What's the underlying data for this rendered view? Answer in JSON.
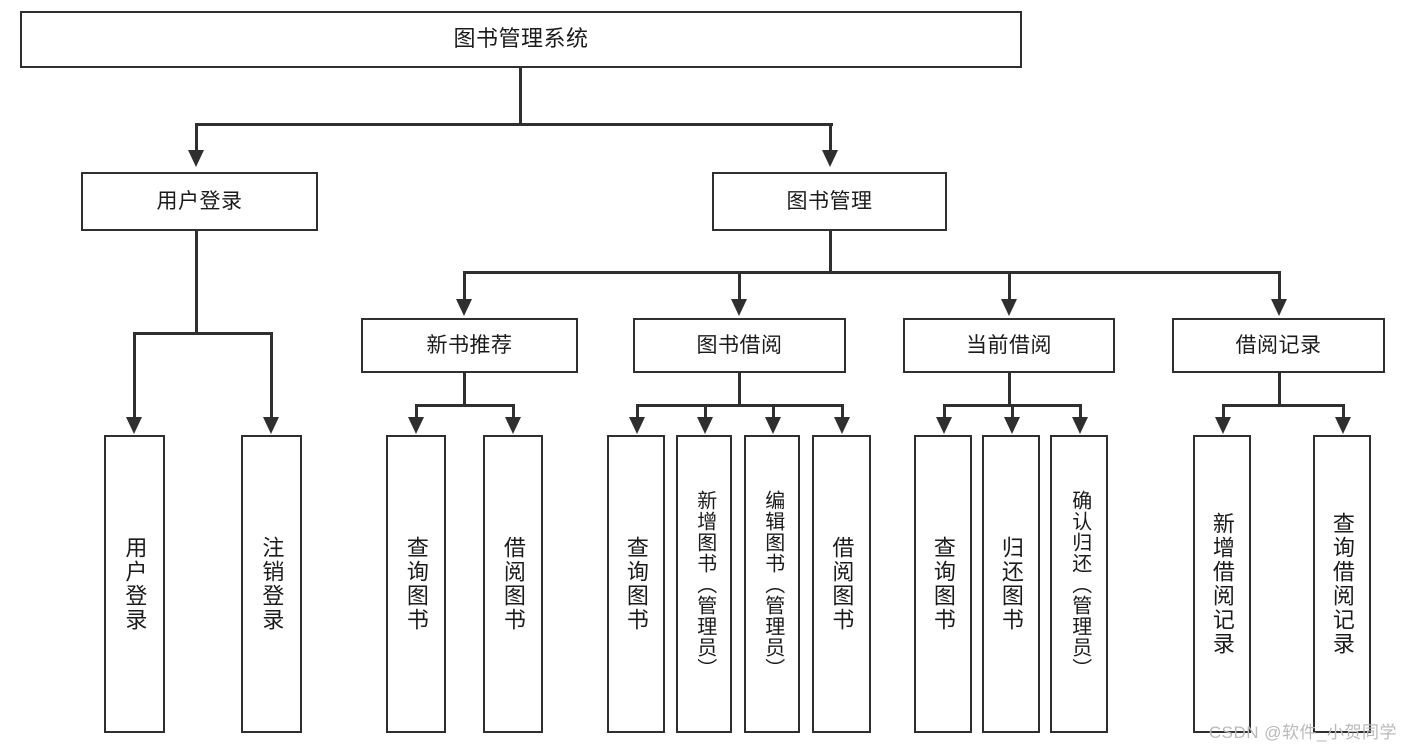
{
  "diagram": {
    "type": "tree",
    "title": "图书管理系统",
    "watermark": "CSDN @软件_小贺同学",
    "colors": {
      "stroke": "#2f2f2f",
      "fill": "#ffffff",
      "text": "#1b1b1b",
      "watermark": "#b9b9b9"
    },
    "levels": {
      "root": {
        "label": "图书管理系统"
      },
      "level1": [
        {
          "id": "user-login",
          "label": "用户登录"
        },
        {
          "id": "book-management",
          "label": "图书管理"
        }
      ],
      "level2": [
        {
          "id": "new-book-recommend",
          "label": "新书推荐",
          "parent": "book-management"
        },
        {
          "id": "book-borrow",
          "label": "图书借阅",
          "parent": "book-management"
        },
        {
          "id": "current-borrow",
          "label": "当前借阅",
          "parent": "book-management"
        },
        {
          "id": "borrow-record",
          "label": "借阅记录",
          "parent": "book-management"
        }
      ],
      "level3": [
        {
          "id": "leaf-user-login",
          "label": "用户登录",
          "parent": "user-login"
        },
        {
          "id": "leaf-user-logout",
          "label": "注销登录",
          "parent": "user-login"
        },
        {
          "id": "leaf-query-book-1",
          "label": "查询图书",
          "parent": "new-book-recommend"
        },
        {
          "id": "leaf-borrow-book-1",
          "label": "借阅图书",
          "parent": "new-book-recommend"
        },
        {
          "id": "leaf-query-book-2",
          "label": "查询图书",
          "parent": "book-borrow"
        },
        {
          "id": "leaf-add-book",
          "label": "新增图书（管理员）",
          "parent": "book-borrow"
        },
        {
          "id": "leaf-edit-book",
          "label": "编辑图书（管理员）",
          "parent": "book-borrow"
        },
        {
          "id": "leaf-borrow-book-2",
          "label": "借阅图书",
          "parent": "book-borrow"
        },
        {
          "id": "leaf-query-book-3",
          "label": "查询图书",
          "parent": "current-borrow"
        },
        {
          "id": "leaf-return-book",
          "label": "归还图书",
          "parent": "current-borrow"
        },
        {
          "id": "leaf-confirm-return",
          "label": "确认归还（管理员）",
          "parent": "current-borrow"
        },
        {
          "id": "leaf-add-record",
          "label": "新增借阅记录",
          "parent": "borrow-record"
        },
        {
          "id": "leaf-query-record",
          "label": "查询借阅记录",
          "parent": "borrow-record"
        }
      ]
    }
  }
}
